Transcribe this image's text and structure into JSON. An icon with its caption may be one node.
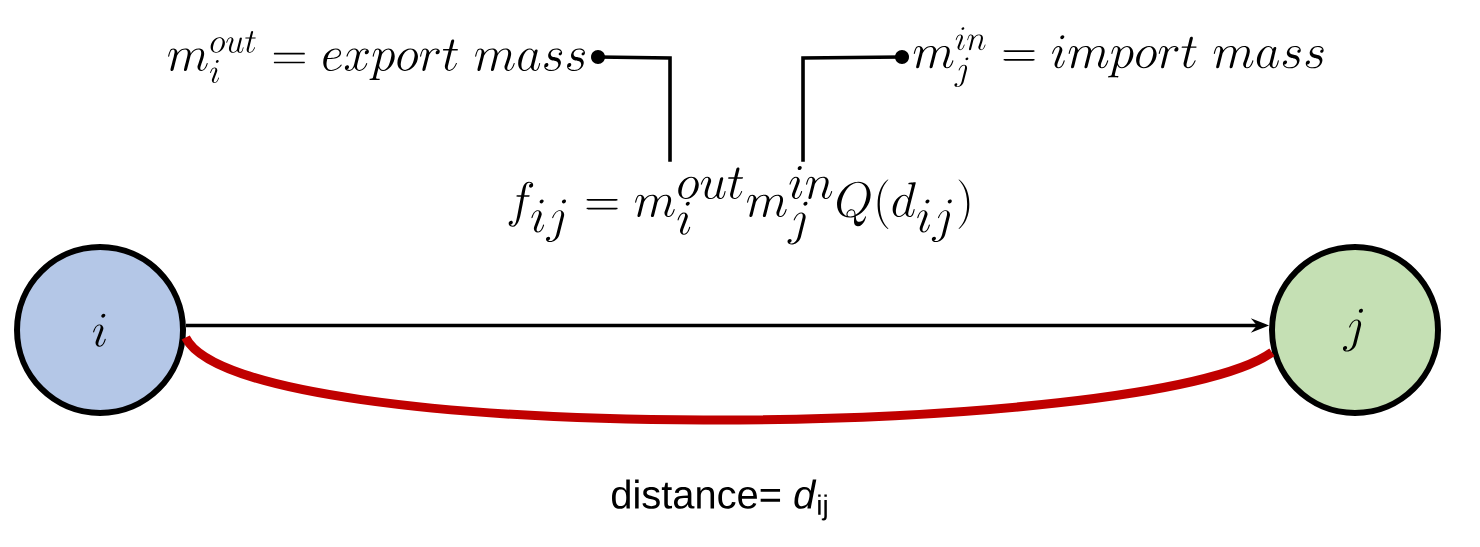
{
  "diagram": {
    "nodes": [
      {
        "text": [
          "m_i^{out} = export\\ mass"
        ]
      },
      {
        "text": [
          "m_j^{in} = import\\ mass"
        ]
      },
      {
        "text": [
          "f_{ij} = m_i^{out} m_j^{in} Q(d_{ij})"
        ]
      },
      {
        "text": [
          "i"
        ]
      },
      {
        "text": [
          "j"
        ]
      }
    ],
    "edges": [
      {
        "from": 0,
        "to": 2,
        "arrow": "other"
      },
      {
        "from": 1,
        "to": 2,
        "arrow": "other"
      },
      {
        "from": 3,
        "to": 4,
        "arrow": "to"
      },
      {
        "from": 3,
        "to": 4,
        "arrow": "none",
        "style": "thick",
        "color": "#c00000",
        "label": "distance= *d*$_{ij}$"
      }
    ]
  }
}
